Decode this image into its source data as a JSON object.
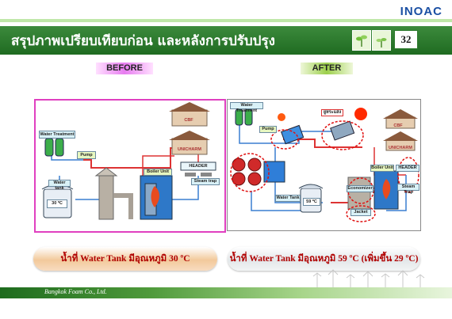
{
  "header": {
    "logo": "INOAC",
    "title": "สรุปภาพเปรียบเทียบก่อน และหลังการปรับปรุง",
    "page_number": "32"
  },
  "before": {
    "tag": "BEFORE",
    "labels": {
      "water_treatment": "Water Treatment",
      "pump": "Pump",
      "water_tank": "Water tank",
      "tank_temp": "30 ºC",
      "boiler_unit": "Boiler Unit",
      "header": "HEADER",
      "steam_trap": "Steam trap",
      "cbf": "CBF",
      "unicharm": "UNICHARM"
    },
    "caption": "น้ำที่ Water Tank  มีอุณหภูมิ 30 ºC"
  },
  "after": {
    "tag": "AFTER",
    "labels": {
      "water_treatment": "Water Treatment",
      "pump": "Pump",
      "solar": "ยูหระแสง",
      "cbf": "CBF",
      "unicharm": "UNICHARM",
      "header": "HEADER",
      "steam_trap": "Steam Trap",
      "boiler_unit": "Boiler Unit",
      "water_tank": "Water Tank",
      "tank_temp": "59 ºC",
      "jacket": "Jacket",
      "economizer": "Economizer"
    },
    "caption": "น้ำที่ Water Tank มีอุณหภูมิ 59 ºC (เพิ่มขึ้น 29 ºC)"
  },
  "footer": {
    "company": "Bangkok Foam Co., Ltd."
  },
  "colors": {
    "title_green": "#1f6b21",
    "before_border": "#e040c0",
    "pipe_red": "#d33",
    "pipe_blue": "#3a7fd0",
    "caption_text": "#b00000"
  }
}
